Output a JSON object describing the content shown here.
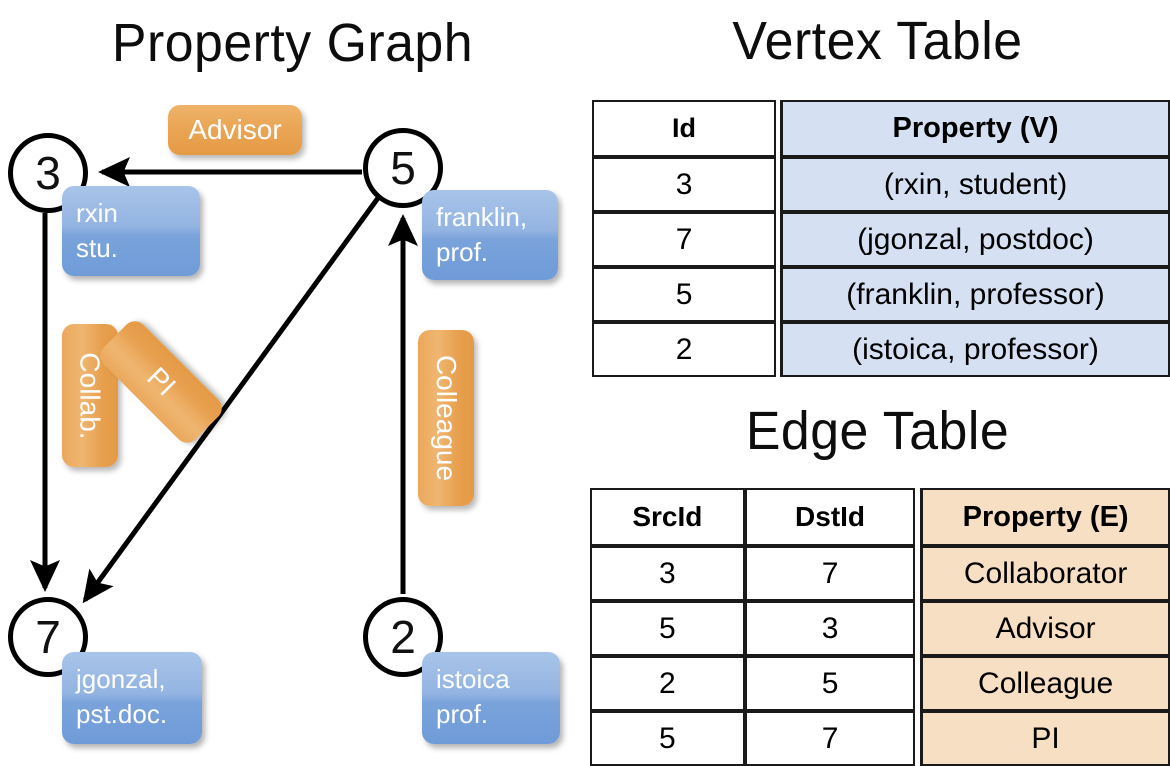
{
  "sections": {
    "graph_title": "Property Graph",
    "vertex_title": "Vertex Table",
    "edge_title": "Edge Table"
  },
  "graph": {
    "nodes": [
      {
        "id": "3",
        "property_label": "rxin\nstu."
      },
      {
        "id": "5",
        "property_label": "franklin,\nprof."
      },
      {
        "id": "7",
        "property_label": "jgonzal,\npst.doc."
      },
      {
        "id": "2",
        "property_label": "istoica\nprof."
      }
    ],
    "node_labels": {
      "n3": "3",
      "n5": "5",
      "n7": "7",
      "n2": "2"
    },
    "property_boxes": {
      "rxin_line1": "rxin",
      "rxin_line2": "stu.",
      "franklin_line1": "franklin,",
      "franklin_line2": "prof.",
      "jgonzal_line1": "jgonzal,",
      "jgonzal_line2": "pst.doc.",
      "istoica_line1": "istoica",
      "istoica_line2": "prof."
    },
    "edge_labels": {
      "advisor": "Advisor",
      "collab": "Collab.",
      "pi": "PI",
      "colleague": "Colleague"
    },
    "edges": [
      {
        "from": "5",
        "to": "3",
        "label": "Advisor"
      },
      {
        "from": "3",
        "to": "7",
        "label": "Collab."
      },
      {
        "from": "5",
        "to": "7",
        "label": "PI"
      },
      {
        "from": "2",
        "to": "5",
        "label": "Colleague"
      }
    ]
  },
  "vertex_table": {
    "headers": [
      "Id",
      "Property (V)"
    ],
    "rows": [
      {
        "id": "3",
        "property": "(rxin, student)"
      },
      {
        "id": "7",
        "property": "(jgonzal, postdoc)"
      },
      {
        "id": "5",
        "property": "(franklin, professor)"
      },
      {
        "id": "2",
        "property": "(istoica, professor)"
      }
    ]
  },
  "edge_table": {
    "headers": [
      "SrcId",
      "DstId",
      "Property (E)"
    ],
    "rows": [
      {
        "src": "3",
        "dst": "7",
        "property": "Collaborator"
      },
      {
        "src": "5",
        "dst": "3",
        "property": "Advisor"
      },
      {
        "src": "2",
        "dst": "5",
        "property": "Colleague"
      },
      {
        "src": "5",
        "dst": "7",
        "property": "PI"
      }
    ]
  },
  "colors": {
    "vertex_property_fill": "#d5e0f2",
    "edge_property_fill": "#f7dfc4",
    "node_box_blue": "#7aa3db",
    "edge_label_orange": "#e9a452",
    "stroke": "#1a1a1a"
  }
}
